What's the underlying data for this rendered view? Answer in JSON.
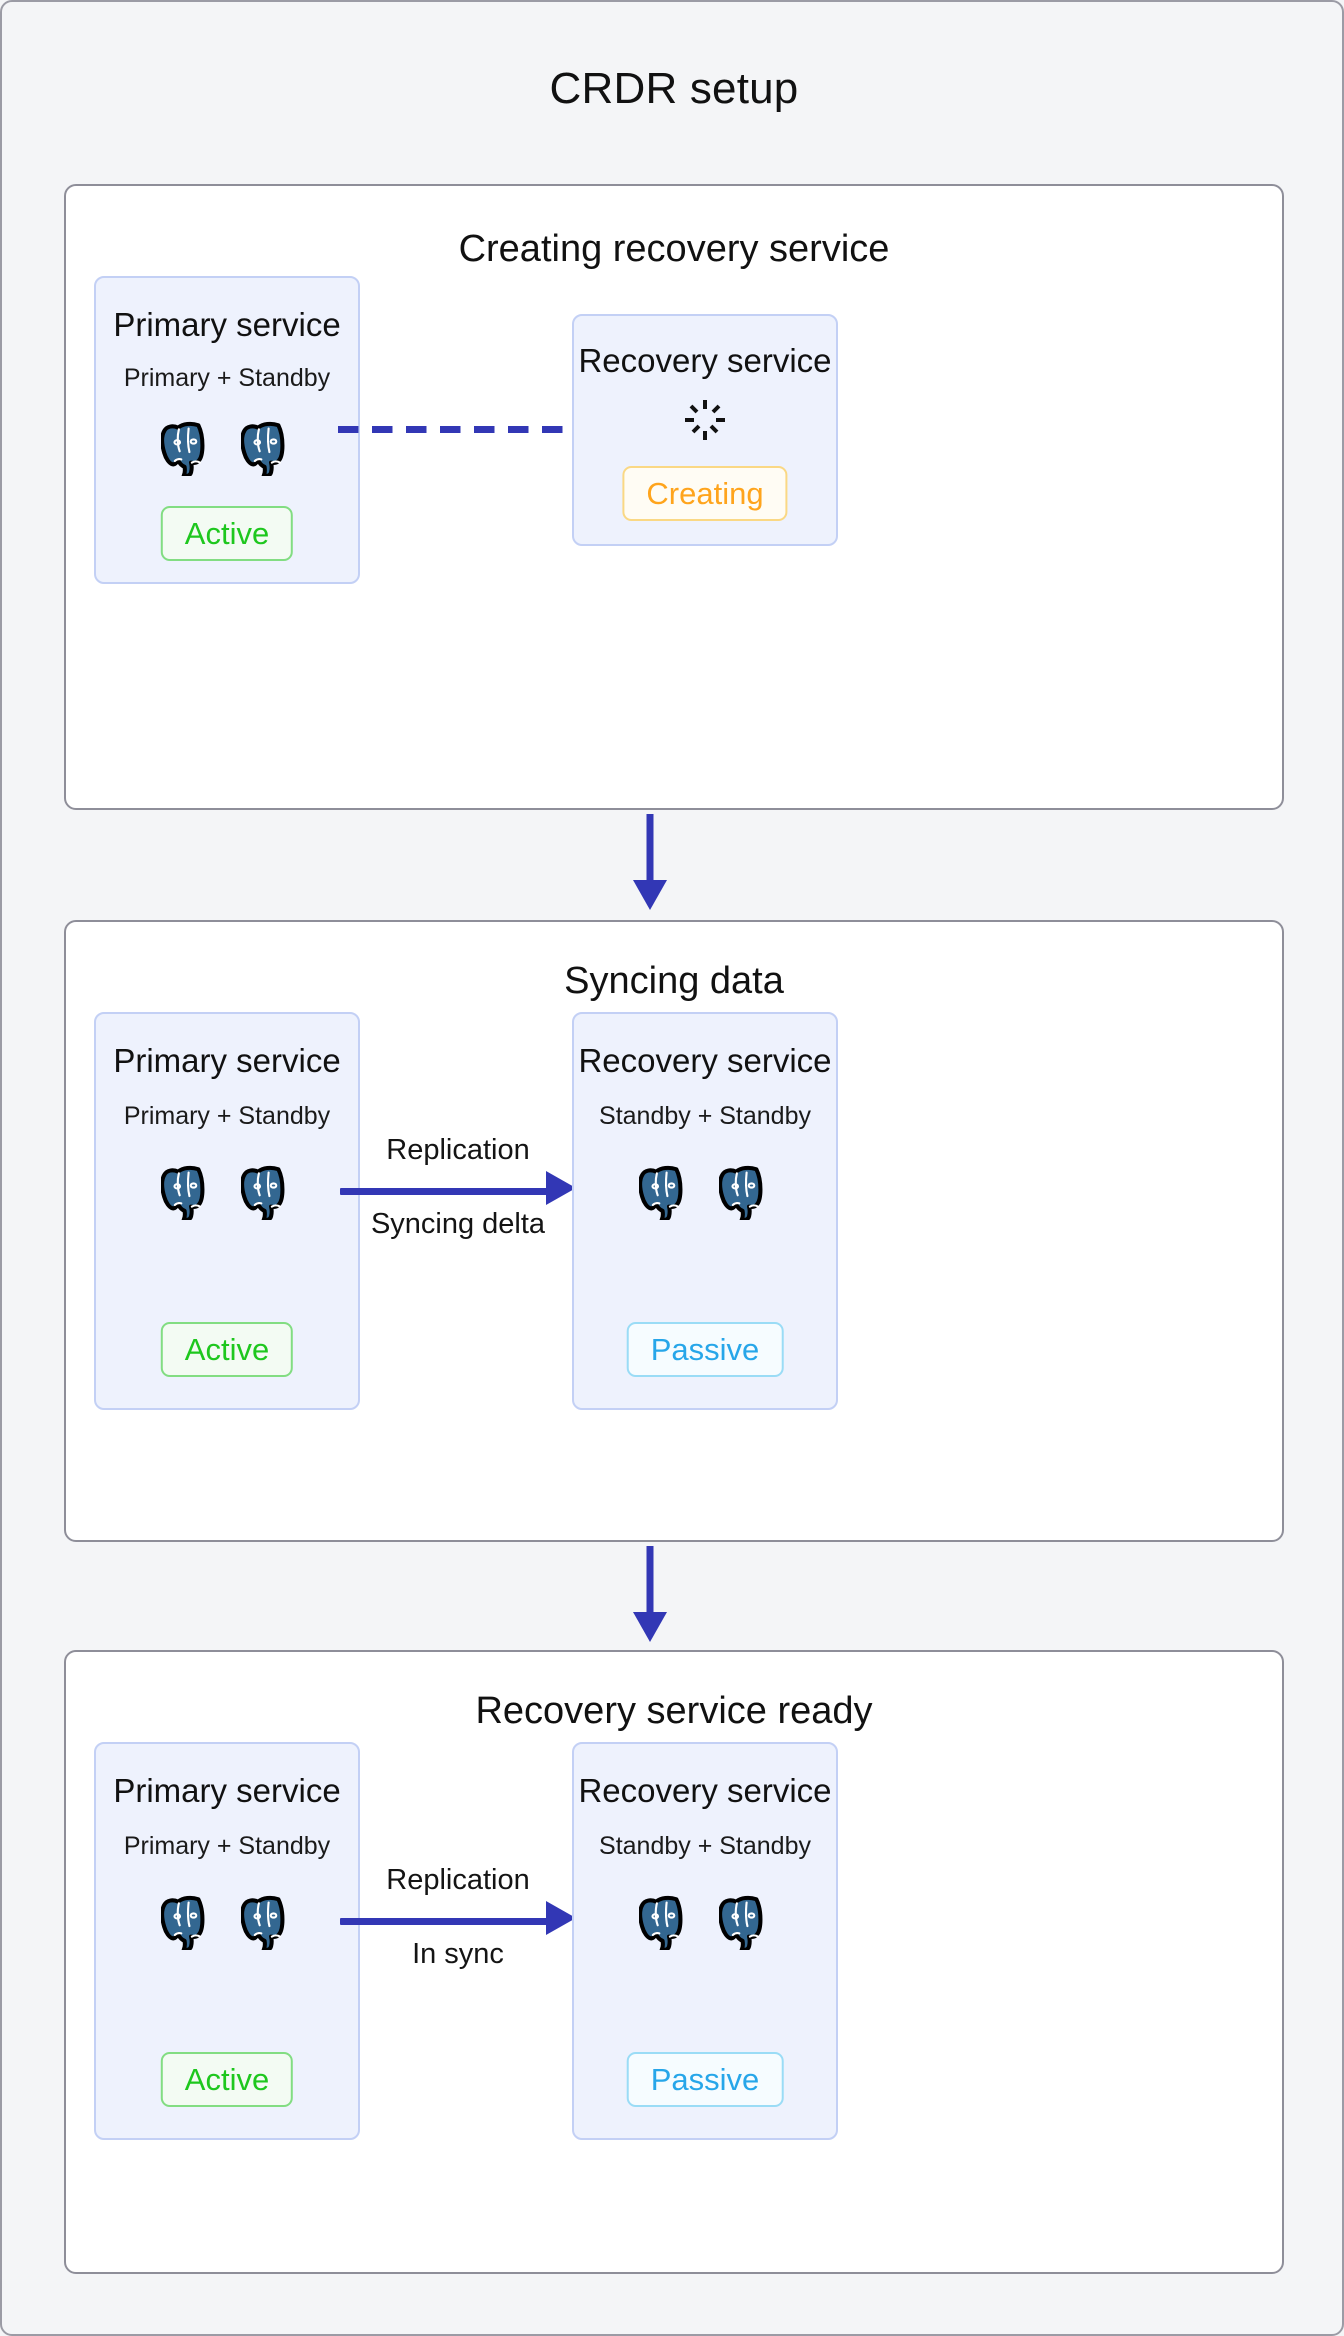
{
  "page": {
    "title": "CRDR setup",
    "background_color": "#f4f5f7",
    "border_color": "#9b9ba5"
  },
  "colors": {
    "accent_blue": "#3237b5",
    "card_bg": "#eef2fd",
    "card_border": "#c3d0f5",
    "panel_border": "#8e8e99",
    "active_green": "#1ec71e",
    "creating_orange": "#ffa41c",
    "passive_cyan": "#27a6e9",
    "postgres_blue": "#336791"
  },
  "panels": [
    {
      "id": "creating-recovery-service",
      "title": "Creating recovery service",
      "connector": {
        "style": "dashed",
        "icon": "dashed-line-icon",
        "color": "#3237b5"
      },
      "left_card": {
        "title": "Primary service",
        "subtitle": "Primary + Standby",
        "nodes": [
          "postgres-icon",
          "postgres-icon"
        ],
        "badge": {
          "label": "Active",
          "variant": "active"
        }
      },
      "right_card": {
        "title": "Recovery service",
        "status_icon": "loading-spinner-icon",
        "badge": {
          "label": "Creating",
          "variant": "creating"
        }
      }
    },
    {
      "id": "syncing-data",
      "title": "Syncing data",
      "connector": {
        "style": "arrow",
        "icon": "arrow-right-icon",
        "color": "#3237b5",
        "label_above": "Replication",
        "label_below": "Syncing delta"
      },
      "left_card": {
        "title": "Primary service",
        "subtitle": "Primary + Standby",
        "nodes": [
          "postgres-icon",
          "postgres-icon"
        ],
        "badge": {
          "label": "Active",
          "variant": "active"
        }
      },
      "right_card": {
        "title": "Recovery service",
        "subtitle": "Standby + Standby",
        "nodes": [
          "postgres-icon",
          "postgres-icon"
        ],
        "badge": {
          "label": "Passive",
          "variant": "passive"
        }
      }
    },
    {
      "id": "recovery-service-ready",
      "title": "Recovery service ready",
      "connector": {
        "style": "arrow",
        "icon": "arrow-right-icon",
        "color": "#3237b5",
        "label_above": "Replication",
        "label_below": "In sync"
      },
      "left_card": {
        "title": "Primary service",
        "subtitle": "Primary + Standby",
        "nodes": [
          "postgres-icon",
          "postgres-icon"
        ],
        "badge": {
          "label": "Active",
          "variant": "active"
        }
      },
      "right_card": {
        "title": "Recovery service",
        "subtitle": "Standby + Standby",
        "nodes": [
          "postgres-icon",
          "postgres-icon"
        ],
        "badge": {
          "label": "Passive",
          "variant": "passive"
        }
      }
    }
  ],
  "flow_arrows": [
    {
      "icon": "arrow-down-icon",
      "from": "creating-recovery-service",
      "to": "syncing-data"
    },
    {
      "icon": "arrow-down-icon",
      "from": "syncing-data",
      "to": "recovery-service-ready"
    }
  ]
}
